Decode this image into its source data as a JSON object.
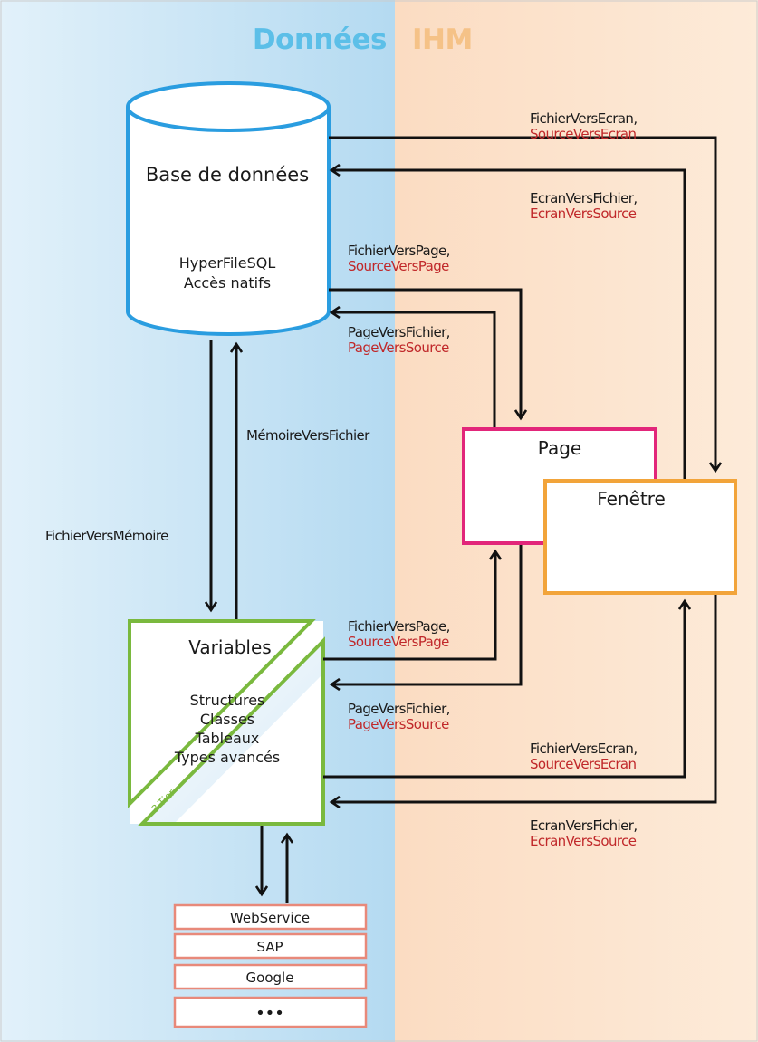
{
  "headers": {
    "data": "Données",
    "ihm": "IHM"
  },
  "database": {
    "title": "Base de données",
    "line1": "HyperFileSQL",
    "line2": "Accès natifs"
  },
  "page_box": {
    "title": "Page"
  },
  "window_box": {
    "title": "Fenêtre"
  },
  "variables": {
    "title": "Variables",
    "items": [
      "Structures",
      "Classes",
      "Tableaux",
      "Types avancés"
    ],
    "tag": "3-Tier"
  },
  "sources": [
    "WebService",
    "SAP",
    "Google",
    "•••"
  ],
  "labels": {
    "mem_to_file": "MémoireVersFichier",
    "file_to_mem": "FichierVersMémoire",
    "db_screen_out": {
      "black": "FichierVersEcran,",
      "red": "SourceVersEcran"
    },
    "db_screen_in": {
      "black": "EcranVersFichier,",
      "red": "EcranVersSource"
    },
    "db_page_out": {
      "black": "FichierVersPage,",
      "red": "SourceVersPage"
    },
    "db_page_in": {
      "black": "PageVersFichier,",
      "red": "PageVersSource"
    },
    "var_page_out": {
      "black": "FichierVersPage,",
      "red": "SourceVersPage"
    },
    "var_page_in": {
      "black": "PageVersFichier,",
      "red": "PageVersSource"
    },
    "var_screen_out": {
      "black": "FichierVersEcran,",
      "red": "SourceVersEcran"
    },
    "var_screen_in": {
      "black": "EcranVersFichier,",
      "red": "EcranVersSource"
    }
  },
  "colors": {
    "data_bg": "#cfe6f5",
    "data_bg_dark": "#b8dcf2",
    "ihm_bg": "#fbe3cd",
    "header_blue": "#5cbfe8",
    "header_orange": "#f5c287",
    "db_stroke": "#2a9de0",
    "page_stroke": "#e2267a",
    "window_stroke": "#f2a43a",
    "variables_stroke": "#7ab93e",
    "source_stroke": "#e8897a"
  }
}
